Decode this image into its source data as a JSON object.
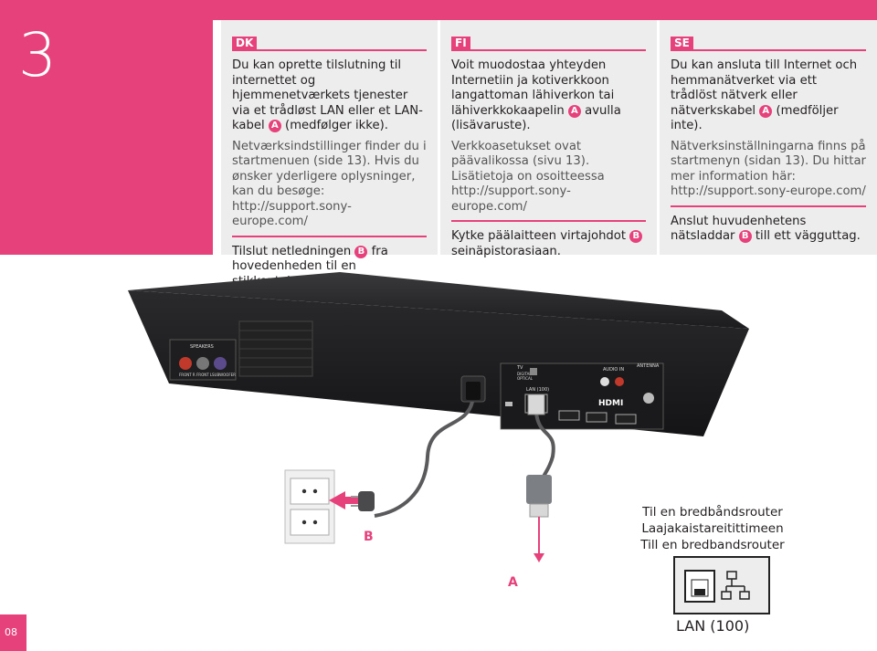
{
  "step": "3",
  "page_number": "08",
  "sections": {
    "dk": {
      "tag": "DK",
      "p1_a": "Du kan oprette tilslutning til internettet og hjemmenetværkets tjenester via et trådløst LAN eller et LAN-kabel",
      "p1_b": "(medfølger ikke).",
      "p2": "Netværksindstillinger finder du i startmenuen (side 13). Hvis du ønsker yderligere oplysninger, kan du besøge: http://support.sony-europe.com/",
      "p3_a": "Tilslut netledningen",
      "p3_b": "fra hovedenheden til en stikkontakt."
    },
    "fi": {
      "tag": "FI",
      "p1_a": "Voit muodostaa yhteyden Internetiin ja kotiverkkoon langattoman lähiverkon tai lähiverkkokaapelin",
      "p1_b": "avulla (lisävaruste).",
      "p2": "Verkkoasetukset ovat päävalikossa (sivu 13). Lisätietoja on osoitteessa http://support.sony-europe.com/",
      "p3_a": "Kytke päälaitteen virtajohdot",
      "p3_b": "seinäpistorasiaan."
    },
    "se": {
      "tag": "SE",
      "p1_a": "Du kan ansluta till Internet och hemmanätverket via ett trådlöst nätverk eller nätverkskabel",
      "p1_b": "(medföljer inte).",
      "p2": "Nätverksinställningarna finns på startmenyn (sidan 13). Du hittar mer information här: http://support.sony-europe.com/",
      "p3_a": "Anslut huvudenhetens nätsladdar",
      "p3_b": "till ett vägguttag."
    }
  },
  "markers": {
    "a": "A",
    "b": "B"
  },
  "router_caption": [
    "Til en bredbåndsrouter",
    "Laajakaistareitittimeen",
    "Till en bredbandsrouter"
  ],
  "lan_label": "LAN (100)",
  "device_labels": {
    "speakers": "SPEAKERS",
    "front_r": "FRONT R",
    "front_l": "FRONT L",
    "subwoofer": "SUBWOOFER",
    "tv": "TV",
    "digital_in": "DIGITAL IN",
    "optical": "OPTICAL",
    "lan_port": "LAN (100)",
    "audio_in": "AUDIO IN",
    "antenna": "ANTENNA",
    "hdmi": "HDMI"
  },
  "colors": {
    "accent": "#e6417a",
    "panel": "#ededee"
  }
}
